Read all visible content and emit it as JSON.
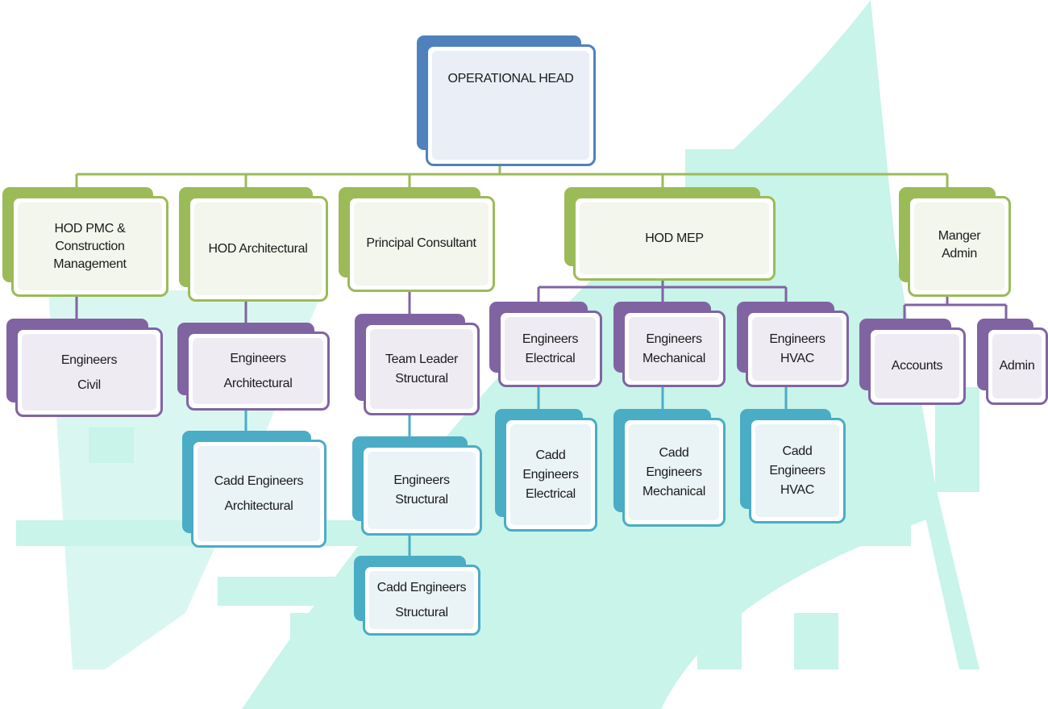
{
  "colors": {
    "green": "#9bbb59",
    "purple": "#8064a2",
    "teal": "#4bacc6",
    "blue": "#4f81bd",
    "background_shape": "#b6f0e3"
  },
  "nodes": {
    "operational_head": "OPERATIONAL HEAD",
    "hod_pmc": "HOD PMC &\nConstruction\nManagement",
    "hod_architectural": "HOD Architectural",
    "principal_consultant": "Principal Consultant",
    "hod_mep": "HOD MEP",
    "manger_admin": "Manger\nAdmin",
    "engineers_civil": "Engineers\nCivil",
    "engineers_architectural": "Engineers\nArchitectural",
    "team_leader_structural": "Team Leader\nStructural",
    "engineers_electrical": "Engineers\nElectrical",
    "engineers_mechanical": "Engineers\nMechanical",
    "engineers_hvac": "Engineers\nHVAC",
    "accounts": "Accounts",
    "admin": "Admin",
    "cadd_architectural": "Cadd Engineers\nArchitectural",
    "engineers_structural": "Engineers\nStructural",
    "cadd_electrical": "Cadd\nEngineers\nElectrical",
    "cadd_mechanical": "Cadd\nEngineers\nMechanical",
    "cadd_hvac": "Cadd\nEngineers\nHVAC",
    "cadd_structural": "Cadd Engineers\nStructural"
  }
}
